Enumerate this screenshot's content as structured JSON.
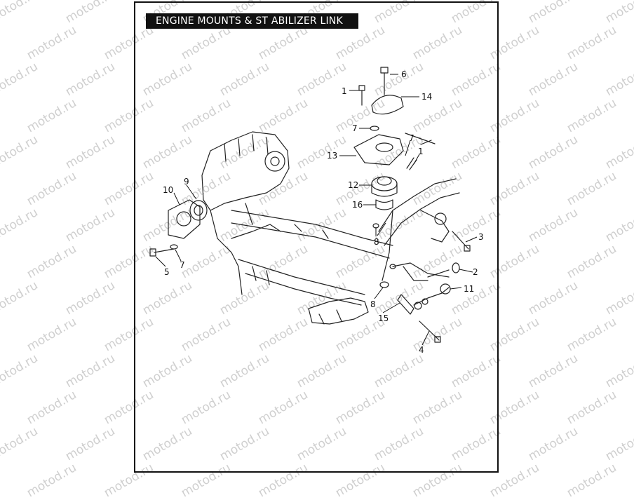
{
  "title": "ENGINE MOUNTS & ST ABILIZER LINK",
  "watermark": "motod.ru",
  "callouts": {
    "c1a": "1",
    "c6": "6",
    "c14": "14",
    "c7a": "7",
    "c7b": "7",
    "c1b": "1",
    "c13": "13",
    "c12": "12",
    "c16": "16",
    "c8a": "8",
    "c3": "3",
    "c2": "2",
    "c11": "11",
    "c8b": "8",
    "c15": "15",
    "c4": "4",
    "c10": "10",
    "c9": "9",
    "c5": "5",
    "c7c": "7"
  }
}
